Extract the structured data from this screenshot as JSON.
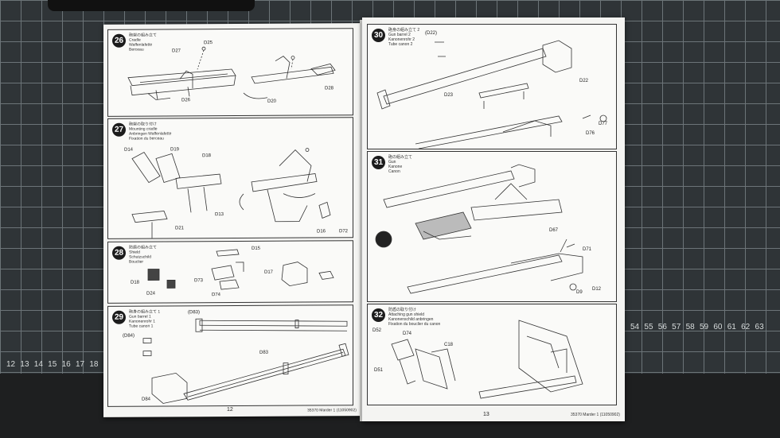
{
  "ruler_right": [
    "54",
    "55",
    "56",
    "57",
    "58",
    "59",
    "60",
    "61",
    "62",
    "63"
  ],
  "ruler_left": [
    "12",
    "13",
    "14",
    "15",
    "16",
    "17",
    "18"
  ],
  "left_page": {
    "page_number": "12",
    "footer": "35370 Marder 1 (11050902)",
    "steps": [
      {
        "number": "26",
        "title": [
          "砲架の組み立て",
          "Cradle",
          "Waffenlafette",
          "Berceau"
        ],
        "labels": [
          "D27",
          "D26",
          "D25",
          "D20",
          "D28"
        ]
      },
      {
        "number": "27",
        "title": [
          "砲架の取り付け",
          "Mounting cradle",
          "Anbringen Waffenlafette",
          "Fixation du berceau"
        ],
        "labels": [
          "D14",
          "D19",
          "D18",
          "D21",
          "D13",
          "D16",
          "D72"
        ]
      },
      {
        "number": "28",
        "title": [
          "防盾の組み立て",
          "Shield",
          "Schutzschild",
          "Bouclier"
        ],
        "labels": [
          "D15",
          "D18",
          "D24",
          "D73",
          "D74",
          "D17"
        ]
      },
      {
        "number": "29",
        "title": [
          "砲身の組み立て 1",
          "Gun barrel 1",
          "Kanonenrohr 1",
          "Tube canon 1"
        ],
        "labels": [
          "(D83)",
          "(D84)",
          "D83",
          "D84"
        ]
      }
    ]
  },
  "right_page": {
    "page_number": "13",
    "footer": "35370 Marder 1 (11050902)",
    "steps": [
      {
        "number": "30",
        "title": [
          "砲身の組み立て 2",
          "Gun barrel 2",
          "Kanonenrohr 2",
          "Tube canon 2"
        ],
        "labels": [
          "(D22)",
          "D22",
          "D23",
          "D77",
          "D76"
        ]
      },
      {
        "number": "31",
        "title": [
          "砲の組み立て",
          "Gun",
          "Kanone",
          "Canon"
        ],
        "labels": [
          "D67",
          "D71",
          "D12",
          "D9"
        ]
      },
      {
        "number": "32",
        "title": [
          "防盾の取り付け",
          "Attaching gun shield",
          "Kanonenschild anbringen",
          "Fixation du bouclier du canon"
        ],
        "labels": [
          "D52",
          "D74",
          "C18",
          "D51"
        ]
      }
    ]
  },
  "colors": {
    "mat": "#2f3437",
    "grid": "#6c7478",
    "paper": "#f4f4f2",
    "ink": "#1c1c1c"
  }
}
